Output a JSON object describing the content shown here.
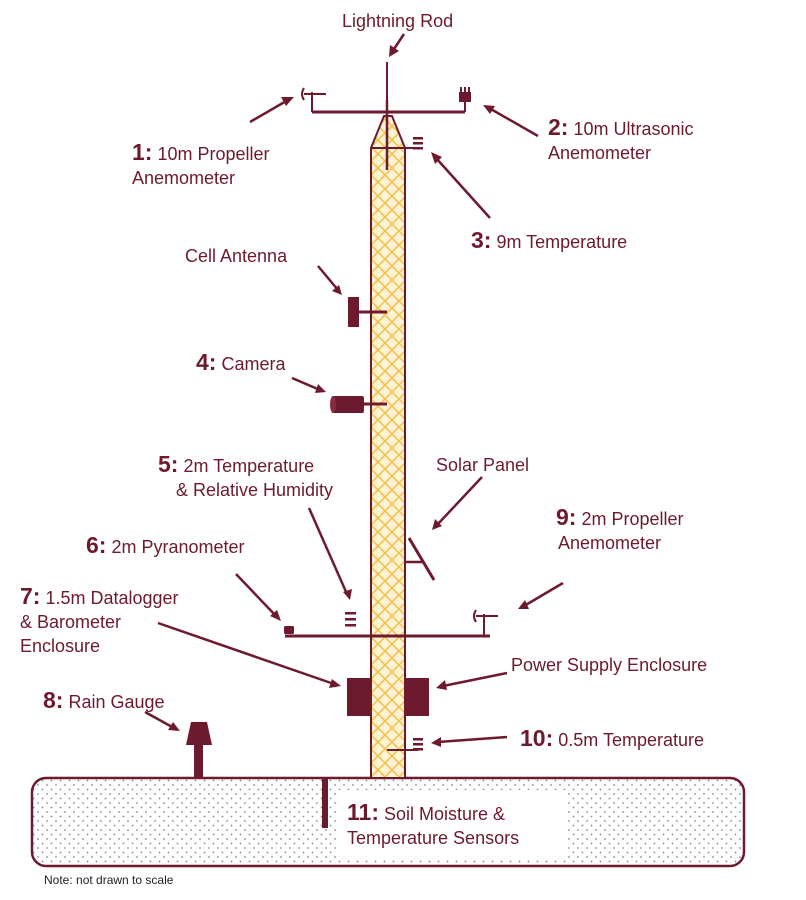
{
  "colors": {
    "primary": "#6d1a2e",
    "tower_fill": "#fff3d6",
    "tower_pattern": "#f2c24e",
    "soil_fill": "#ffffff",
    "soil_dots": "#8a8a8a"
  },
  "labels": {
    "lightning_rod": "Lightning Rod",
    "l1": {
      "num": "1:",
      "line1": "10m Propeller",
      "line2": "Anemometer"
    },
    "l2": {
      "num": "2:",
      "line1": "10m Ultrasonic",
      "line2": "Anemometer"
    },
    "l3": {
      "num": "3:",
      "text": "9m Temperature"
    },
    "cell_antenna": "Cell Antenna",
    "l4": {
      "num": "4:",
      "text": "Camera"
    },
    "l5": {
      "num": "5:",
      "line1": "2m Temperature",
      "line2": "& Relative Humidity"
    },
    "solar_panel": "Solar Panel",
    "l6": {
      "num": "6:",
      "text": "2m Pyranometer"
    },
    "l9": {
      "num": "9:",
      "line1": "2m Propeller",
      "line2": "Anemometer"
    },
    "l7": {
      "num": "7:",
      "line1": "1.5m Datalogger",
      "line2": "& Barometer",
      "line3": "Enclosure"
    },
    "power_supply": "Power Supply Enclosure",
    "l8": {
      "num": "8:",
      "text": "Rain Gauge"
    },
    "l10": {
      "num": "10:",
      "text": "0.5m Temperature"
    },
    "l11": {
      "num": "11:",
      "line1": "Soil Moisture &",
      "line2": "Temperature Sensors"
    },
    "note": "Note: not drawn to scale"
  }
}
